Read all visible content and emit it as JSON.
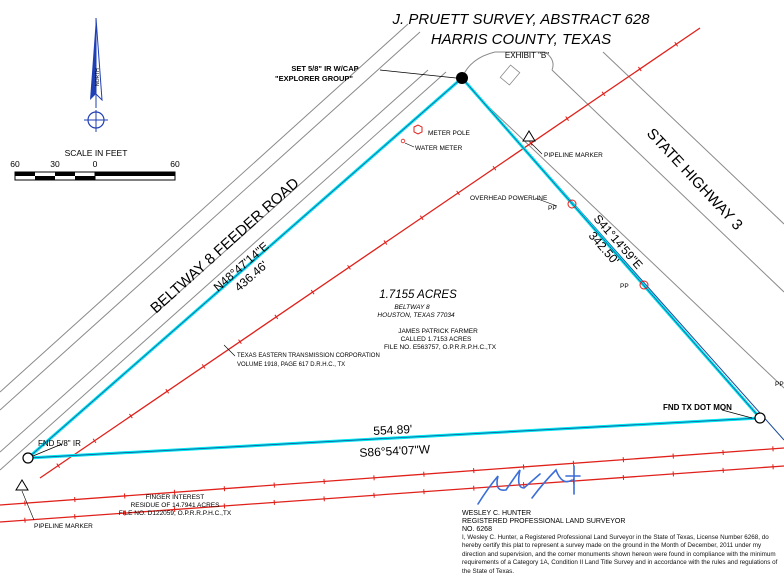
{
  "header": {
    "title_line1": "J. PRUETT SURVEY, ABSTRACT 628",
    "title_line2": "HARRIS COUNTY, TEXAS",
    "exhibit": "EXHIBIT \"B\""
  },
  "north_arrow": {
    "label": "NORTH",
    "icon": "north-arrow-icon"
  },
  "scale": {
    "title": "SCALE IN FEET",
    "ticks": [
      "60",
      "30",
      "0",
      "60"
    ]
  },
  "roads": {
    "feeder_road": "BELTWAY 8 FEEDER ROAD",
    "highway": "STATE HIGHWAY 3"
  },
  "monuments": {
    "set_iron_line1": "SET 5/8\" IR W/CAP",
    "set_iron_line2": "\"EXPLORER GROUP\"",
    "fnd_iron": "FND 5/8\" IR",
    "fnd_txdot": "FND TX DOT MON"
  },
  "utilities": {
    "meter_pole": "METER POLE",
    "water_meter": "WATER METER",
    "overhead_powerline": "OVERHEAD POWERLINE",
    "power_pole_1": "PP",
    "power_pole_2": "PP",
    "power_pole_3": "PP",
    "pipeline_marker_top": "PIPELINE MARKER",
    "pipeline_marker_bottom": "PIPELINE MARKER"
  },
  "boundary": {
    "west_bearing": "N48°47'14\"E",
    "west_distance": "436.46'",
    "east_bearing": "S41°14'59\"E",
    "east_distance": "342.50'",
    "south_distance": "554.89'",
    "south_bearing": "S86°54'07\"W"
  },
  "tract": {
    "acreage": "1.7155 ACRES",
    "address_line1": "BELTWAY 8",
    "address_line2": "HOUSTON, TEXAS 77034",
    "owner_line1": "JAMES PATRICK FARMER",
    "owner_line2": "CALLED 1.7153 ACRES",
    "owner_line3": "FILE NO. E563757, O.P.R.R.P.H.C.,TX"
  },
  "easement": {
    "line1": "TEXAS EASTERN TRANSMISSION CORPORATION",
    "line2": "VOLUME 1918, PAGE 617 D.R.H.C., TX"
  },
  "adjoiner": {
    "line1": "FINGER INTEREST",
    "line2": "RESIDUE OF 14.7941 ACRES",
    "line3": "FILE NO. D122059, O.P.R.R.P.H.C.,TX"
  },
  "surveyor": {
    "name": "WESLEY C. HUNTER",
    "title": "REGISTERED PROFESSIONAL LAND SURVEYOR",
    "number": "NO. 6268",
    "certification": "I, Wesley C. Hunter, a Registered Professional Land Surveyor in the State of Texas, License Number 6268, do hereby certify this plat to represent a survey made on the ground in the Month of December, 2011 under my direction and supervision, and the corner monuments shown hereon were found in compliance with the minimum requirements of a Category 1A, Condition II Land Title Survey and in accordance with the rules and regulations of the State of Texas."
  },
  "colors": {
    "boundary": "#00e5ee",
    "line_work": "#1a4a9a",
    "pipeline": "#e0201a",
    "acreage": "#e0201a",
    "road_edges": "#8a8a8a"
  }
}
